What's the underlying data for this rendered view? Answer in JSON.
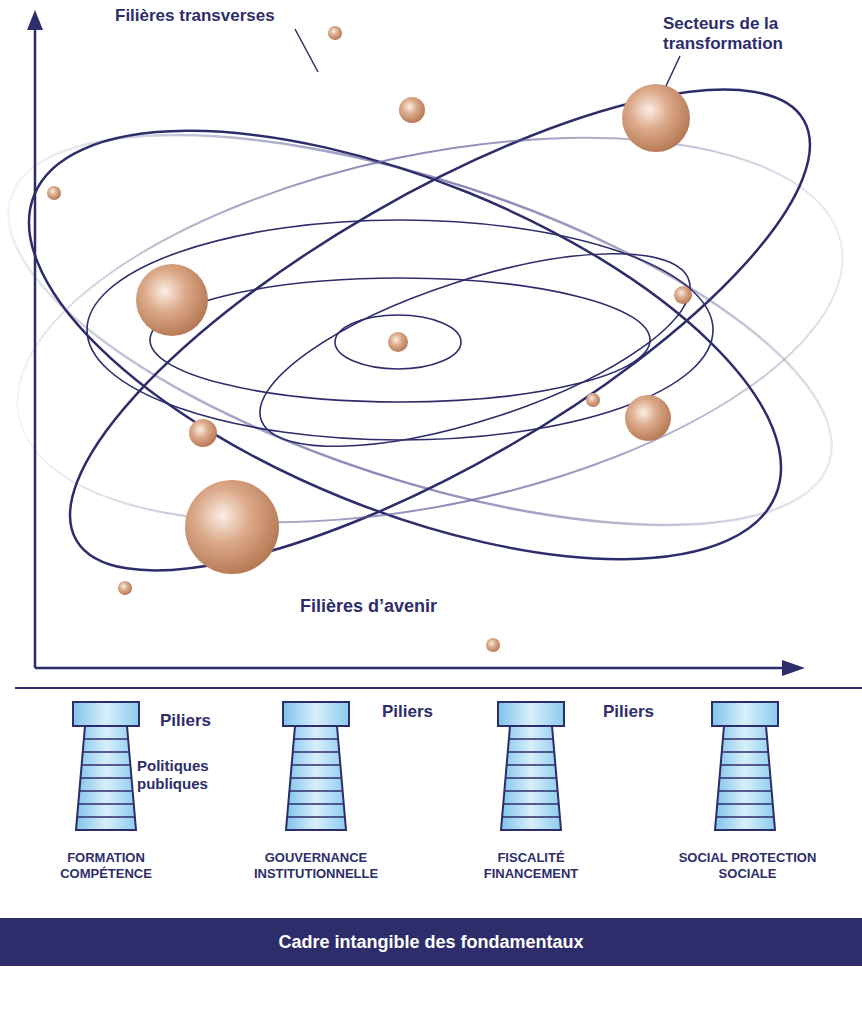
{
  "diagram": {
    "nodes": [
      {
        "text": [
          "Cadre intangible des fondamentaux"
        ]
      }
    ],
    "labels": [
      "Filières transverses",
      "Secteurs de la transformation",
      "Filières d’avenir",
      "Piliers",
      "Piliers",
      "Piliers",
      "Politiques publiques",
      "FORMATION COMPÉTENCE",
      "GOUVERNANCE INSTITUTIONNELLE",
      "FISCALITÉ FINANCEMENT",
      "SOCIAL PROTECTION SOCIALE"
    ]
  }
}
